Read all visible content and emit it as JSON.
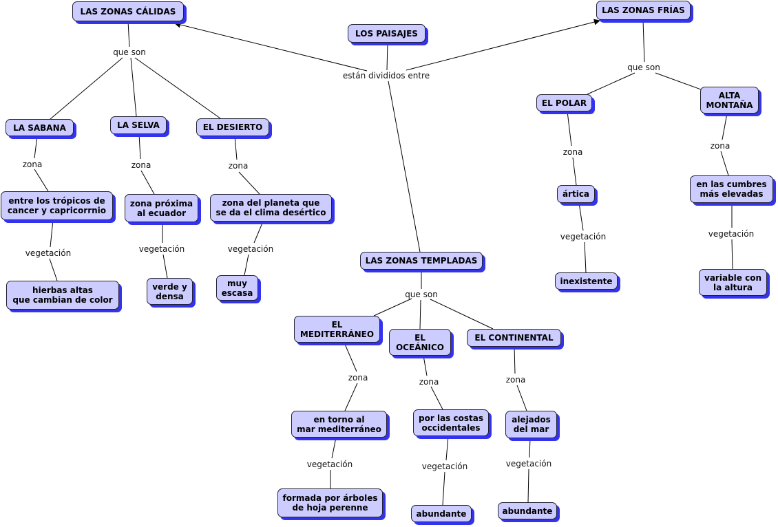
{
  "colors": {
    "node_fill": "#ccccff",
    "node_shadow": "#3333ee",
    "line": "#000000",
    "background": "#ffffff"
  },
  "map": {
    "root": {
      "label": "LOS PAISAJES",
      "link": "están divididos entre"
    },
    "calidas": {
      "label": "LAS ZONAS CÁLIDAS",
      "link": "que son",
      "types": [
        {
          "label": "LA SABANA",
          "zona_link": "zona",
          "zona": "entre los trópicos de\ncancer y capricorrnio",
          "veg_link": "vegetación",
          "vegetacion": "hierbas altas\nque cambian de color"
        },
        {
          "label": "LA SELVA",
          "zona_link": "zona",
          "zona": "zona próxima\nal ecuador",
          "veg_link": "vegetación",
          "vegetacion": "verde y\ndensa"
        },
        {
          "label": "EL DESIERTO",
          "zona_link": "zona",
          "zona": "zona del planeta que\nse da el clima desértico",
          "veg_link": "vegetación",
          "vegetacion": "muy\nescasa"
        }
      ]
    },
    "templadas": {
      "label": "LAS ZONAS TEMPLADAS",
      "link": "que son",
      "types": [
        {
          "label": "EL\nMEDITERRÁNEO",
          "zona_link": "zona",
          "zona": "en torno al\nmar mediterráneo",
          "veg_link": "vegetación",
          "vegetacion": "formada por árboles\nde hoja perenne"
        },
        {
          "label": "EL\nOCEÁNICO",
          "zona_link": "zona",
          "zona": "por las costas\noccidentales",
          "veg_link": "vegetación",
          "vegetacion": "abundante"
        },
        {
          "label": "EL CONTINENTAL",
          "zona_link": "zona",
          "zona": "alejados\ndel mar",
          "veg_link": "vegetación",
          "vegetacion": "abundante"
        }
      ]
    },
    "frias": {
      "label": "LAS ZONAS FRÍAS",
      "link": "que son",
      "types": [
        {
          "label": "EL POLAR",
          "zona_link": "zona",
          "zona": "ártica",
          "veg_link": "vegetación",
          "vegetacion": "inexistente"
        },
        {
          "label": "ALTA\nMONTAÑA",
          "zona_link": "zona",
          "zona": "en las cumbres\nmás elevadas",
          "veg_link": "vegetación",
          "vegetacion": "variable con\nla altura"
        }
      ]
    }
  }
}
